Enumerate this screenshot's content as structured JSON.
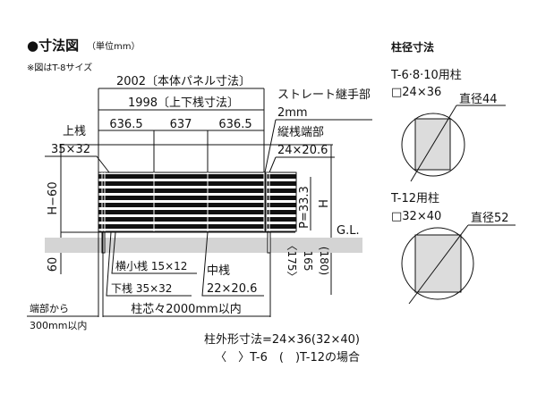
{
  "header": {
    "title": "●寸法図",
    "unit": "（単位mm）",
    "note": "※図はT-8サイズ"
  },
  "dimensions": {
    "panel_total": "2002〔本体パネル寸法〕",
    "rail_total": "1998〔上下桟寸法〕",
    "spans": [
      "636.5",
      "637",
      "636.5"
    ],
    "top_rail_label": "上桟",
    "top_rail_size": "35×32",
    "joint_label": "ストレート継手部",
    "joint_size": "2mm",
    "end_post_label": "縦桟端部",
    "end_post_size": "24×20.6",
    "height_minus": "H−60",
    "pitch": "P=33.3",
    "height": "H",
    "gl": "G.L.",
    "embed": "60",
    "small_rail": "横小桟 15×12",
    "bottom_rail": "下桟 35×32",
    "mid_rail_label": "中桟",
    "mid_rail_size": "22×20.6",
    "post_pitch": "柱芯々2000mm以内",
    "end_from": "端部から",
    "end_within": "300mm以内",
    "depth_a": "〈175〉",
    "depth_b": "165",
    "depth_c": "(180)",
    "post_outer": "柱外形寸法=24×36(32×40)",
    "post_outer_note": "〈　〉T-6　(　)T-12の場合"
  },
  "post_sizes": {
    "title": "柱径寸法",
    "items": [
      {
        "label": "T-6·8·10用柱",
        "size": "□24×36",
        "diameter": "直径44"
      },
      {
        "label": "T-12用柱",
        "size": "□32×40",
        "diameter": "直径52"
      }
    ]
  },
  "colors": {
    "ground": "#d4d4d4",
    "post_fill": "#dcdcdc",
    "ink": "#111111"
  }
}
